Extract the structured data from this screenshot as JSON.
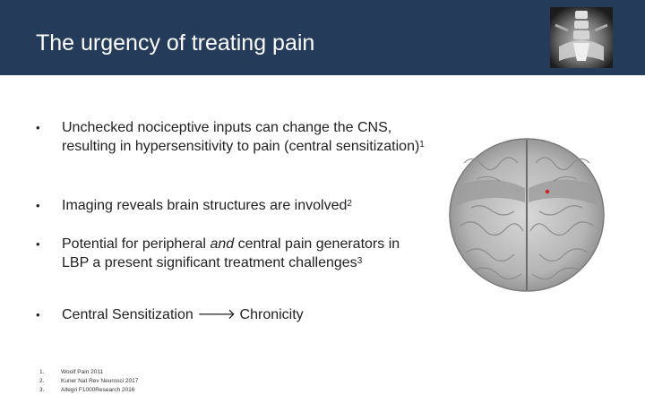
{
  "slide": {
    "title": "The urgency of treating pain",
    "header_color": "#243b59"
  },
  "bullets": [
    {
      "text": "Unchecked nociceptive inputs can change the CNS, resulting in hypersensitivity to pain (central sensitization)",
      "sup": "1"
    },
    {
      "text": "Imaging reveals brain structures are involved",
      "sup": "2"
    },
    {
      "pre": "Potential for peripheral ",
      "em": "and",
      "post": " central pain generators in LBP a present significant treatment challenges",
      "sup": "3"
    },
    {
      "pre": "Central Sensitization ",
      "arrow": "🡒",
      "post": " Chronicity"
    }
  ],
  "references": [
    {
      "num": "1.",
      "text": "Woolf Pain 2011"
    },
    {
      "num": "2.",
      "text": "Kuner Nat Rev Neurosci 2017"
    },
    {
      "num": "3.",
      "text": "Allegri F1000Research 2016"
    }
  ],
  "icons": {
    "bullet": "•",
    "xray": "spine-xray-image",
    "brain": "brain-illustration"
  }
}
